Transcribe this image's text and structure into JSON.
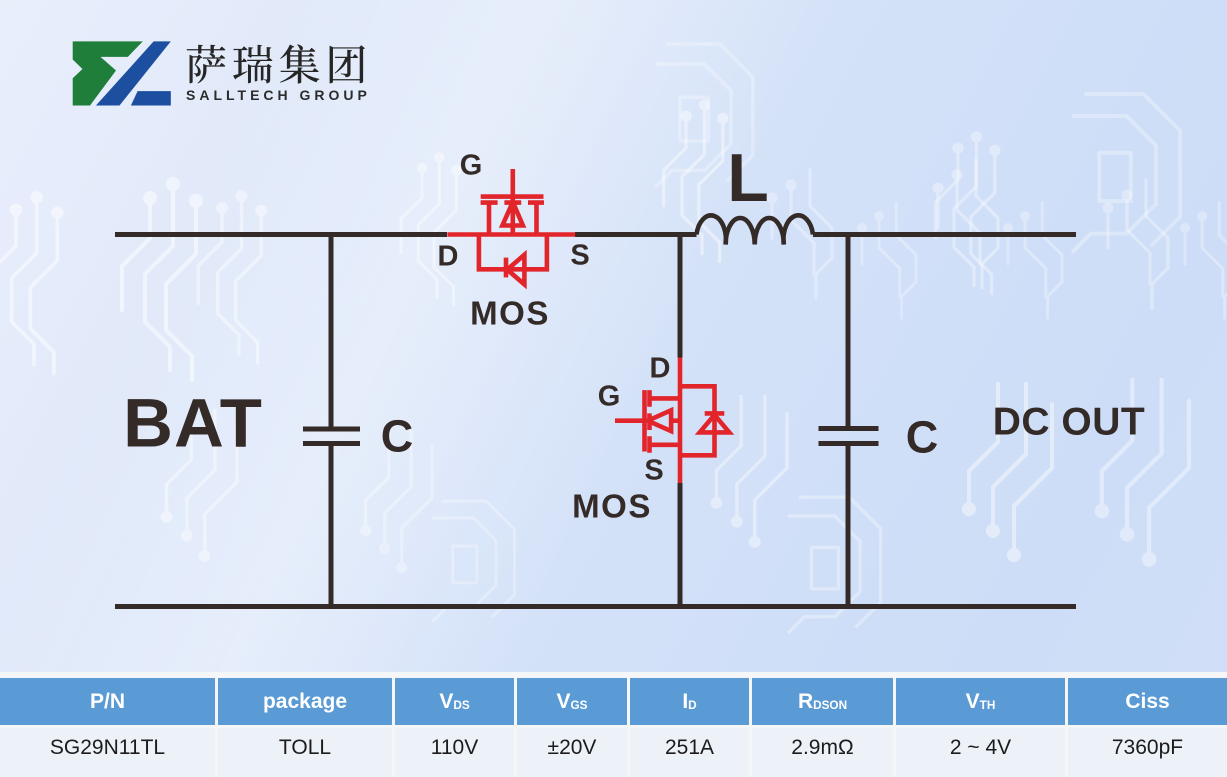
{
  "logo": {
    "name_zh": "萨瑞集团",
    "name_en": "SALLTECH GROUP",
    "mark_green": "#1e7e3a",
    "mark_blue": "#1d4fa1"
  },
  "circuit": {
    "battery_label": "BAT",
    "cap_left_label": "C",
    "cap_right_label": "C",
    "inductor_label": "L",
    "output_label": "DC OUT",
    "mos_top": {
      "gate": "G",
      "drain": "D",
      "source": "S",
      "name": "MOS"
    },
    "mos_bottom": {
      "gate": "G",
      "drain": "D",
      "source": "S",
      "name": "MOS"
    },
    "wire_color": "#342b28",
    "mosfet_color": "#e2242b"
  },
  "spec_table": {
    "header_bg": "#5b9bd5",
    "headers": [
      {
        "main": "P/N",
        "sub": ""
      },
      {
        "main": "package",
        "sub": ""
      },
      {
        "main": "V",
        "sub": "DS"
      },
      {
        "main": "V",
        "sub": "GS"
      },
      {
        "main": "I",
        "sub": "D"
      },
      {
        "main": "R",
        "sub": "DSON"
      },
      {
        "main": "V",
        "sub": "TH"
      },
      {
        "main": "Ciss",
        "sub": ""
      }
    ],
    "rows": [
      [
        "SG29N11TL",
        "TOLL",
        "110V",
        "±20V",
        "251A",
        "2.9mΩ",
        "2 ~ 4V",
        "7360pF"
      ]
    ]
  }
}
